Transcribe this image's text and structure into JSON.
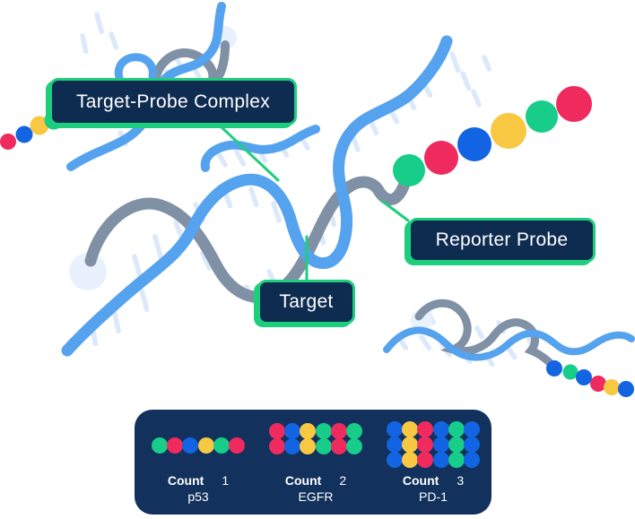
{
  "callouts": {
    "target_probe_complex": "Target-Probe Complex",
    "reporter_probe": "Reporter Probe",
    "target": "Target"
  },
  "colors": {
    "navy": "#0e2b50",
    "panel_navy": "#12315c",
    "accent_green": "#1dce7c",
    "dot_green": "#17cd89",
    "dot_red": "#ef2a5e",
    "dot_blue": "#1364e2",
    "dot_yellow": "#f9c842",
    "strand_blue": "#55a3ee",
    "strand_gray": "#8191a5",
    "hatch_blue": "#dce9fa",
    "light_circle": "#e8f1fc",
    "text_white": "#ffffff"
  },
  "chains": {
    "reporter": [
      "green",
      "red",
      "blue",
      "yellow",
      "green",
      "red"
    ],
    "upper_left": [
      "red",
      "blue",
      "yellow",
      "green"
    ],
    "lower_right": [
      "blue",
      "green",
      "blue",
      "red",
      "yellow",
      "blue"
    ]
  },
  "panel": {
    "groups": [
      {
        "count_label": "Count",
        "count_value": "1",
        "gene": "p53",
        "barcode_rows": [
          [
            "green",
            "red",
            "blue",
            "yellow",
            "green",
            "red"
          ]
        ]
      },
      {
        "count_label": "Count",
        "count_value": "2",
        "gene": "EGFR",
        "barcode_rows": [
          [
            "red",
            "blue",
            "yellow",
            "green",
            "red",
            "green"
          ],
          [
            "red",
            "blue",
            "yellow",
            "green",
            "red",
            "green"
          ]
        ]
      },
      {
        "count_label": "Count",
        "count_value": "3",
        "gene": "PD-1",
        "barcode_rows": [
          [
            "blue",
            "yellow",
            "red",
            "blue",
            "green",
            "blue"
          ],
          [
            "blue",
            "yellow",
            "red",
            "blue",
            "green",
            "blue"
          ],
          [
            "blue",
            "yellow",
            "red",
            "blue",
            "green",
            "blue"
          ]
        ]
      }
    ]
  }
}
